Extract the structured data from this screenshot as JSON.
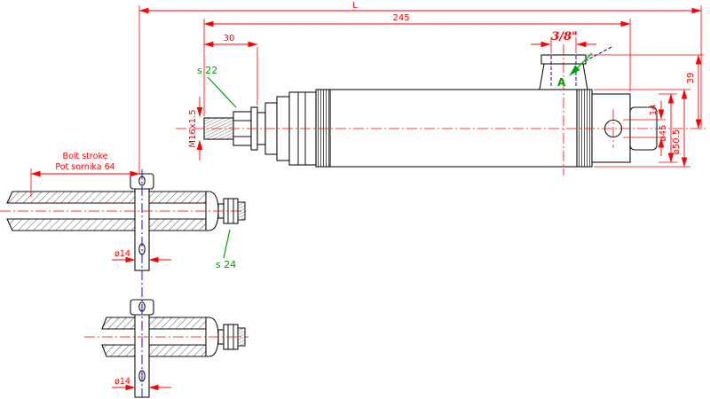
{
  "drawing": {
    "labels": {
      "overall_length": "L",
      "body_length": "245",
      "rod_extension": "30",
      "port_thread": "3/8\"",
      "rod_flats": "s 22",
      "rod_thread": "M16x1.5",
      "port_offset": "39",
      "cap_hole": "14",
      "cap_diameter": "ø45",
      "tube_diameter": "ø50.5",
      "view_arrow": "A",
      "stroke_note_en": "Bolt stroke",
      "stroke_note_sl": "Pot sornika  64",
      "pin_diameter_upper": "ø14",
      "pin_diameter_lower": "ø14",
      "clevis_flats": "s 24"
    },
    "colors": {
      "dimension_red": "#ff0000",
      "outline_black": "#111111",
      "axis_blue": "#0000dd",
      "annotation_green": "#00a000",
      "background": "#ffffff"
    }
  }
}
